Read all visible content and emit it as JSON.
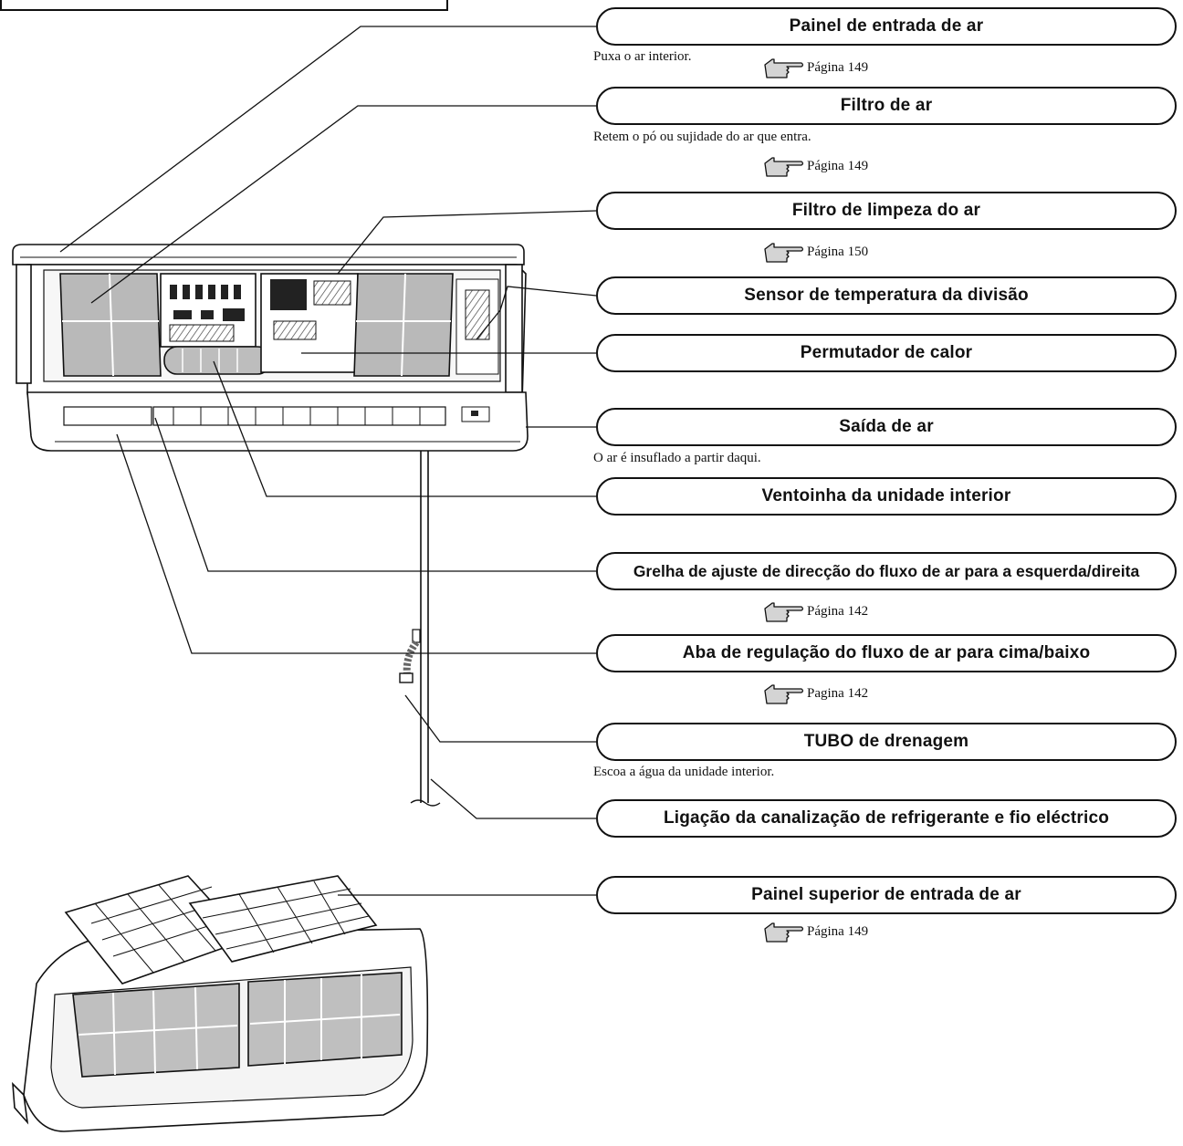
{
  "labels": [
    {
      "name": "painel-de-entrada-de-ar-label",
      "text": "Painel de entrada de ar"
    },
    {
      "name": "filtro-de-ar-label",
      "text": "Filtro de ar"
    },
    {
      "name": "filtro-de-limpeza-label",
      "text": "Filtro de limpeza do ar"
    },
    {
      "name": "sensor-temperatura-label",
      "text": "Sensor de temperatura da divisão"
    },
    {
      "name": "permutador-de-calor-label",
      "text": "Permutador de calor"
    },
    {
      "name": "saida-de-ar-label",
      "text": "Saída de ar"
    },
    {
      "name": "ventoinha-label",
      "text": "Ventoinha da unidade interior"
    },
    {
      "name": "grelha-label",
      "text": "Grelha de ajuste de direcção do fluxo de ar para a esquerda/direita"
    },
    {
      "name": "aba-label",
      "text": "Aba de regulação do fluxo de ar para cima/baixo"
    },
    {
      "name": "tubo-de-drenagem-label",
      "text": "TUBO de drenagem"
    },
    {
      "name": "ligacao-label",
      "text": "Ligação da canalização de refrigerante e fio eléctrico"
    },
    {
      "name": "painel-superior-label",
      "text": "Painel superior de entrada de ar"
    }
  ],
  "notes": [
    {
      "name": "note-painel",
      "text": "Puxa o ar interior."
    },
    {
      "name": "note-filtro",
      "text": "Retem o pó ou sujidade do ar que entra."
    },
    {
      "name": "note-saida",
      "text": "O ar é insuflado a partir daqui."
    },
    {
      "name": "note-tubo",
      "text": "Escoa a água da unidade interior."
    }
  ],
  "page_refs": [
    {
      "name": "page-ref-149-a",
      "text": "Página 149"
    },
    {
      "name": "page-ref-149-b",
      "text": "Página 149"
    },
    {
      "name": "page-ref-150",
      "text": "Página 150"
    },
    {
      "name": "page-ref-142-a",
      "text": "Página 142"
    },
    {
      "name": "page-ref-142-b",
      "text": "Pagina 142"
    },
    {
      "name": "page-ref-149-c",
      "text": "Página 149"
    }
  ]
}
